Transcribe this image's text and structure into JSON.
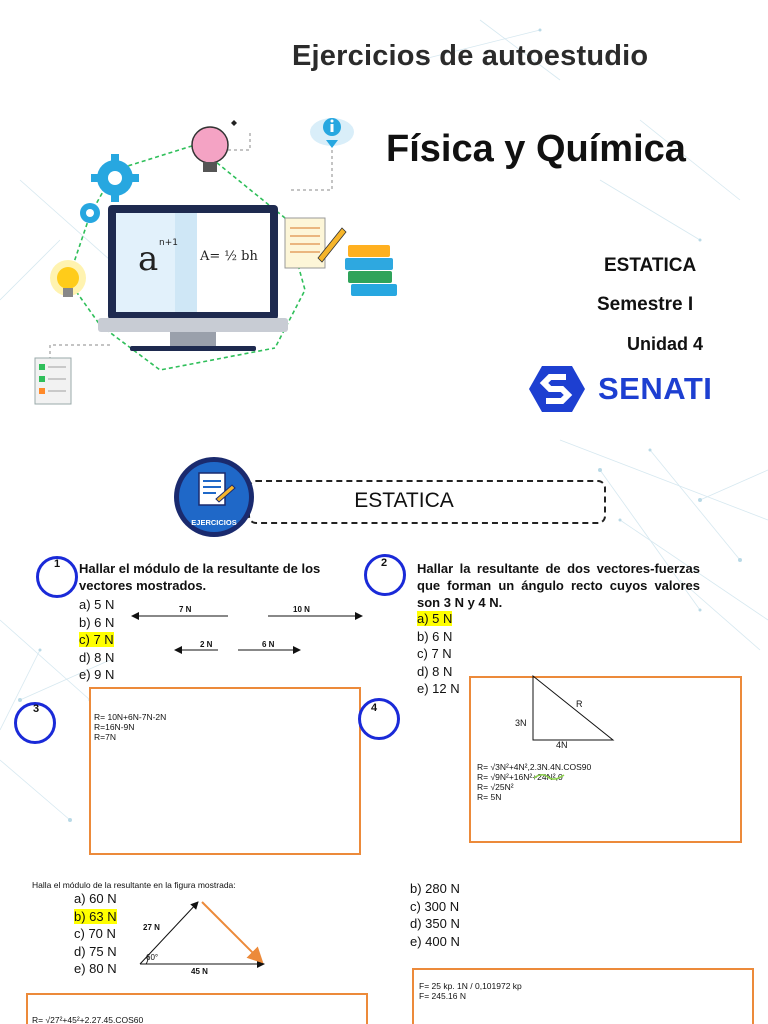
{
  "header": {
    "title": "Ejercicios de autoestudio",
    "subject": "Física y Química",
    "topic": "ESTATICA",
    "semester": "Semestre I",
    "unit": "Unidad 4",
    "brand": "SENATI",
    "brand_color": "#1d3fd1",
    "illustration_formula_1": "a",
    "illustration_formula_1_sup": "n+1",
    "illustration_formula_2": "A= ½ bh"
  },
  "section": {
    "icon_label": "EJERCICIOS",
    "title": "ESTATICA"
  },
  "q1": {
    "number": "1",
    "text": "Hallar el módulo de la resultante de los vectores mostrados.",
    "options": [
      "a) 5 N",
      "b) 6 N",
      "c) 7 N",
      "d) 8 N",
      "e) 9 N"
    ],
    "selected_index": 2,
    "vectors": [
      "7 N",
      "10 N",
      "2 N",
      "6 N"
    ]
  },
  "q2": {
    "number": "2",
    "text": "Hallar la resultante de dos vectores-fuerzas que forman un ángulo recto cuyos valores son 3 N y 4 N.",
    "options": [
      "a) 5 N",
      "b) 6 N",
      "c) 7 N",
      "d) 8 N",
      "e) 12 N"
    ],
    "selected_index": 0,
    "triangle": {
      "hyp": "R",
      "leg_v": "3N",
      "leg_h": "4N"
    },
    "work": [
      "R= √3N²+4N²,2.3N.4N.COS90",
      "R= √9N²+16N²+24N²,0",
      "R= √25N²",
      "R= 5N"
    ]
  },
  "q3": {
    "number": "3",
    "work": [
      "R= 10N+6N-7N-2N",
      "R=16N-9N",
      "R=7N"
    ]
  },
  "q4": {
    "number": "4",
    "options": [
      "b) 280 N",
      "c) 300 N",
      "d) 350 N",
      "e) 400 N"
    ],
    "work": [
      "F= 25 kp. 1N / 0,101972 kp",
      "F= 245.16 N"
    ]
  },
  "q5": {
    "text": "Halla el módulo de la resultante en la figura mostrada:",
    "options": [
      "a) 60 N",
      "b) 63 N",
      "c) 70 N",
      "d) 75 N",
      "e) 80 N"
    ],
    "selected_index": 1,
    "labels": {
      "side": "27 N",
      "base": "45 N",
      "angle": "60°"
    },
    "work": [
      "R= √27²+45²+2.27.45.COS60"
    ]
  },
  "colors": {
    "accent_circle": "#1a2ad8",
    "answer_box": "#ec8a3a",
    "highlight": "#ffff00"
  }
}
